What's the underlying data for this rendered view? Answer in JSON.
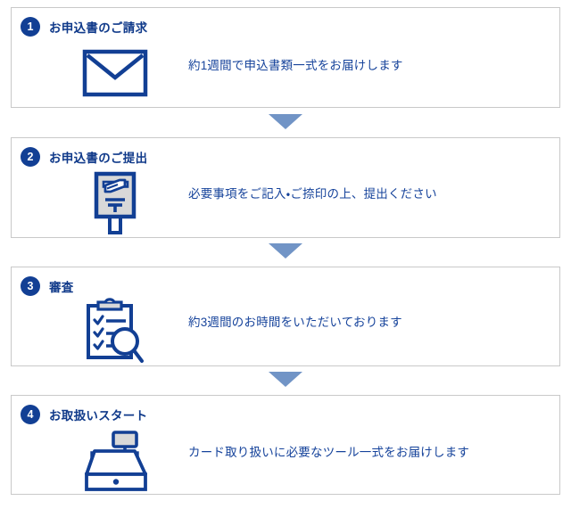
{
  "flow": {
    "accent_navy": "#123f94",
    "text_blue": "#16439b",
    "arrow_color": "#7194c6",
    "card_border": "#c9c9c9",
    "steps": [
      {
        "number": "1",
        "title": "お申込書のご請求",
        "description": "約1週間で申込書類一式をお届けします",
        "icon": "envelope-icon"
      },
      {
        "number": "2",
        "title": "お申込書のご提出",
        "description": "必要事項をご記入・ご捺印の上、提出ください",
        "icon": "postbox-icon"
      },
      {
        "number": "3",
        "title": "審査",
        "description": "約3週間のお時間をいただいております",
        "icon": "clipboard-search-icon"
      },
      {
        "number": "4",
        "title": "お取扱いスタート",
        "description": "カード取り扱いに必要なツール一式をお届けします",
        "icon": "cash-register-icon"
      }
    ],
    "connectors": [
      {
        "name": "arrow-step1-to-step2"
      },
      {
        "name": "arrow-step2-to-step3"
      },
      {
        "name": "arrow-step3-to-step4"
      }
    ]
  }
}
